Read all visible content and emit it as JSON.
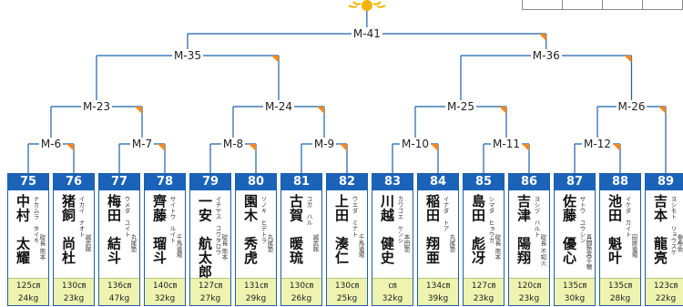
{
  "matches": [
    {
      "label": "M-41"
    },
    {
      "label": "M-35"
    },
    {
      "label": "M-36"
    },
    {
      "label": "M-23"
    },
    {
      "label": "M-24"
    },
    {
      "label": "M-25"
    },
    {
      "label": "M-26"
    },
    {
      "label": "M-6"
    },
    {
      "label": "M-7"
    },
    {
      "label": "M-8"
    },
    {
      "label": "M-9"
    },
    {
      "label": "M-10"
    },
    {
      "label": "M-11"
    },
    {
      "label": "M-12"
    }
  ],
  "players": [
    {
      "num": "75",
      "name": "中村　太耀",
      "furigana": "ナカムラ　タイキ",
      "dojo": "碇長 熊本",
      "height": "125㎝",
      "weight": "24kg"
    },
    {
      "num": "76",
      "name": "猪飼　尚杜",
      "furigana": "イカイ　ナオト",
      "dojo": "誠武館",
      "height": "130㎝",
      "weight": "23kg"
    },
    {
      "num": "77",
      "name": "梅田　結斗",
      "furigana": "ウメダ　ユイト",
      "dojo": "丸尾塾",
      "height": "136㎝",
      "weight": "47kg"
    },
    {
      "num": "78",
      "name": "齊藤　瑠斗",
      "furigana": "サイトウ　ルイト",
      "dojo": "千馬道場",
      "height": "140㎝",
      "weight": "32kg"
    },
    {
      "num": "79",
      "name": "一安　航太郎",
      "furigana": "イチヤス　コウタロウ",
      "dojo": "碇長 熊本",
      "height": "127㎝",
      "weight": "27kg"
    },
    {
      "num": "80",
      "name": "園木　秀虎",
      "furigana": "ソノキ　ヒデトラ",
      "dojo": "丸尾塾",
      "height": "131㎝",
      "weight": "29kg"
    },
    {
      "num": "81",
      "name": "古賀　暖琉",
      "furigana": "コガ　ハル",
      "dojo": "誠武館",
      "height": "130㎝",
      "weight": "26kg"
    },
    {
      "num": "82",
      "name": "上田　湊仁",
      "furigana": "ウエダ　ミナト",
      "dojo": "千馬道場",
      "height": "130㎝",
      "weight": "25kg"
    },
    {
      "num": "83",
      "name": "川越　健史",
      "furigana": "カワゴエ　ケンシ",
      "dojo": "本田塾",
      "height": "㎝",
      "weight": "32kg"
    },
    {
      "num": "84",
      "name": "稲田　翔亜",
      "furigana": "イナダ　トア",
      "dojo": "丸尾塾",
      "height": "134㎝",
      "weight": "39kg"
    },
    {
      "num": "85",
      "name": "島田　彪冴",
      "furigana": "シマダ　ヒョウガ",
      "dojo": "碇長 熊本",
      "height": "127㎝",
      "weight": "23kg"
    },
    {
      "num": "86",
      "name": "吉津　陽翔",
      "furigana": "ヨシヅ　ハルト",
      "dojo": "碇長 不知火",
      "height": "120㎝",
      "weight": "23kg"
    },
    {
      "num": "87",
      "name": "佐藤　優心",
      "furigana": "サトウ　ユウシン",
      "dojo": "真闘塾高千穂",
      "height": "135㎝",
      "weight": "30kg"
    },
    {
      "num": "88",
      "name": "池田　魁叶",
      "furigana": "イケダ　カイト",
      "dojo": "田原道場",
      "height": "135㎝",
      "weight": "28kg"
    },
    {
      "num": "89",
      "name": "吉本　龍亮",
      "furigana": "ヨシモト　リョウスケ",
      "dojo": "拳希会",
      "height": "123㎝",
      "weight": "22kg"
    }
  ],
  "colors": {
    "line": "#1f5fa8",
    "header": "#1a63b8",
    "stats_bg": "#eef4b0",
    "marker": "#f08a24",
    "trophy": "#f2b400"
  },
  "icons": {
    "trophy": "trophy-icon"
  }
}
